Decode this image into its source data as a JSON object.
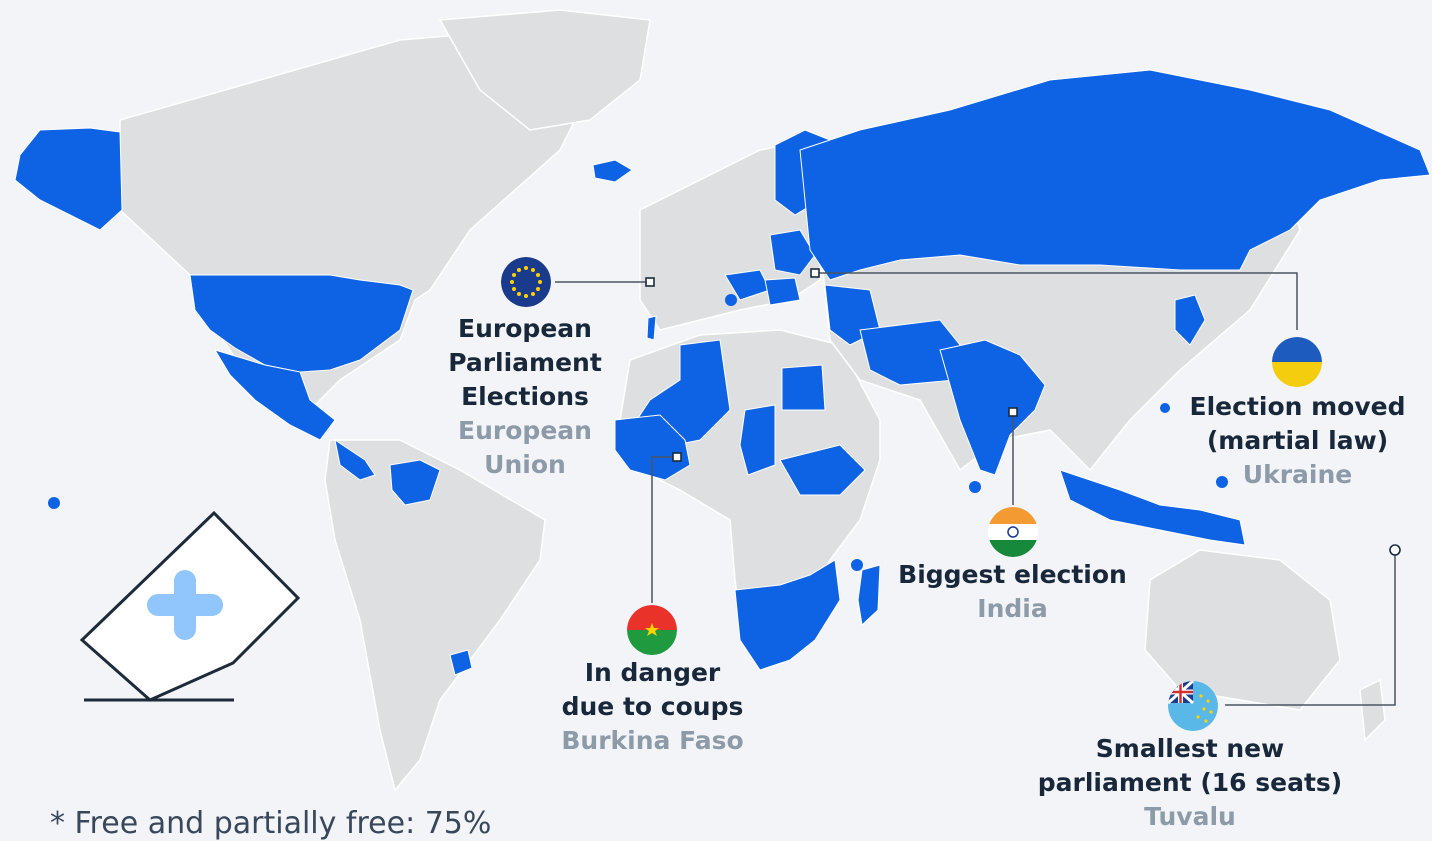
{
  "callouts": {
    "eu": {
      "title_lines": [
        "European",
        "Parliament",
        "Elections"
      ],
      "country_lines": [
        "European",
        "Union"
      ],
      "flag_icon": "eu-flag-icon"
    },
    "burkina": {
      "title_lines": [
        "In danger",
        "due to coups"
      ],
      "country_lines": [
        "Burkina Faso"
      ],
      "flag_icon": "burkina-faso-flag-icon"
    },
    "india": {
      "title_lines": [
        "Biggest election"
      ],
      "country_lines": [
        "India"
      ],
      "flag_icon": "india-flag-icon"
    },
    "ukraine": {
      "title_lines": [
        "Election moved",
        "(martial law)"
      ],
      "country_lines": [
        "Ukraine"
      ],
      "flag_icon": "ukraine-flag-icon"
    },
    "tuvalu": {
      "title_lines": [
        "Smallest new",
        "parliament (16 seats)"
      ],
      "country_lines": [
        "Tuvalu"
      ],
      "flag_icon": "tuvalu-flag-icon"
    }
  },
  "footnote": "* Free and partially free: 75%",
  "legend_icon": "ballot-box-icon",
  "colors": {
    "election_countries": "#0d63e3",
    "other_land": "#dedfe1",
    "background": "#f2f4f7",
    "title_text": "#18273a",
    "country_text": "#8d9aa8"
  }
}
